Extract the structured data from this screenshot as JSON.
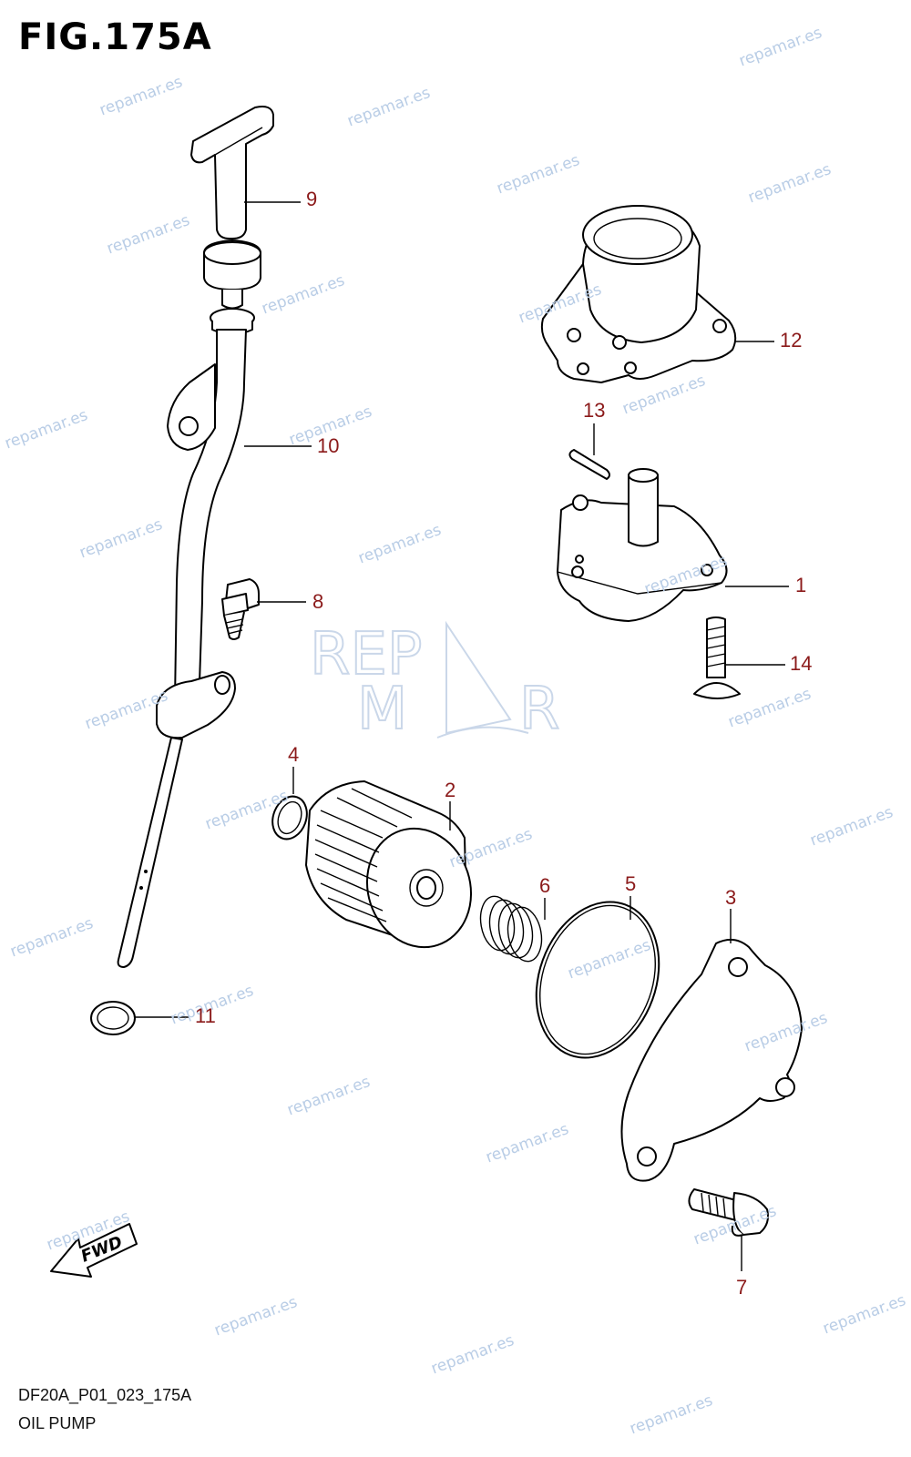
{
  "figure": {
    "title": "FIG.175A",
    "code": "DF20A_P01_023_175A",
    "name": "OIL PUMP"
  },
  "callouts": [
    {
      "id": "c1",
      "label": "1"
    },
    {
      "id": "c2",
      "label": "2"
    },
    {
      "id": "c3",
      "label": "3"
    },
    {
      "id": "c4",
      "label": "4"
    },
    {
      "id": "c5",
      "label": "5"
    },
    {
      "id": "c6",
      "label": "6"
    },
    {
      "id": "c7",
      "label": "7"
    },
    {
      "id": "c8",
      "label": "8"
    },
    {
      "id": "c9",
      "label": "9"
    },
    {
      "id": "c10",
      "label": "10"
    },
    {
      "id": "c11",
      "label": "11"
    },
    {
      "id": "c12",
      "label": "12"
    },
    {
      "id": "c13",
      "label": "13"
    },
    {
      "id": "c14",
      "label": "14"
    }
  ],
  "fwd_label": "FWD",
  "watermark": "repamar.es",
  "logo_text": [
    "REP",
    "M",
    "R"
  ]
}
